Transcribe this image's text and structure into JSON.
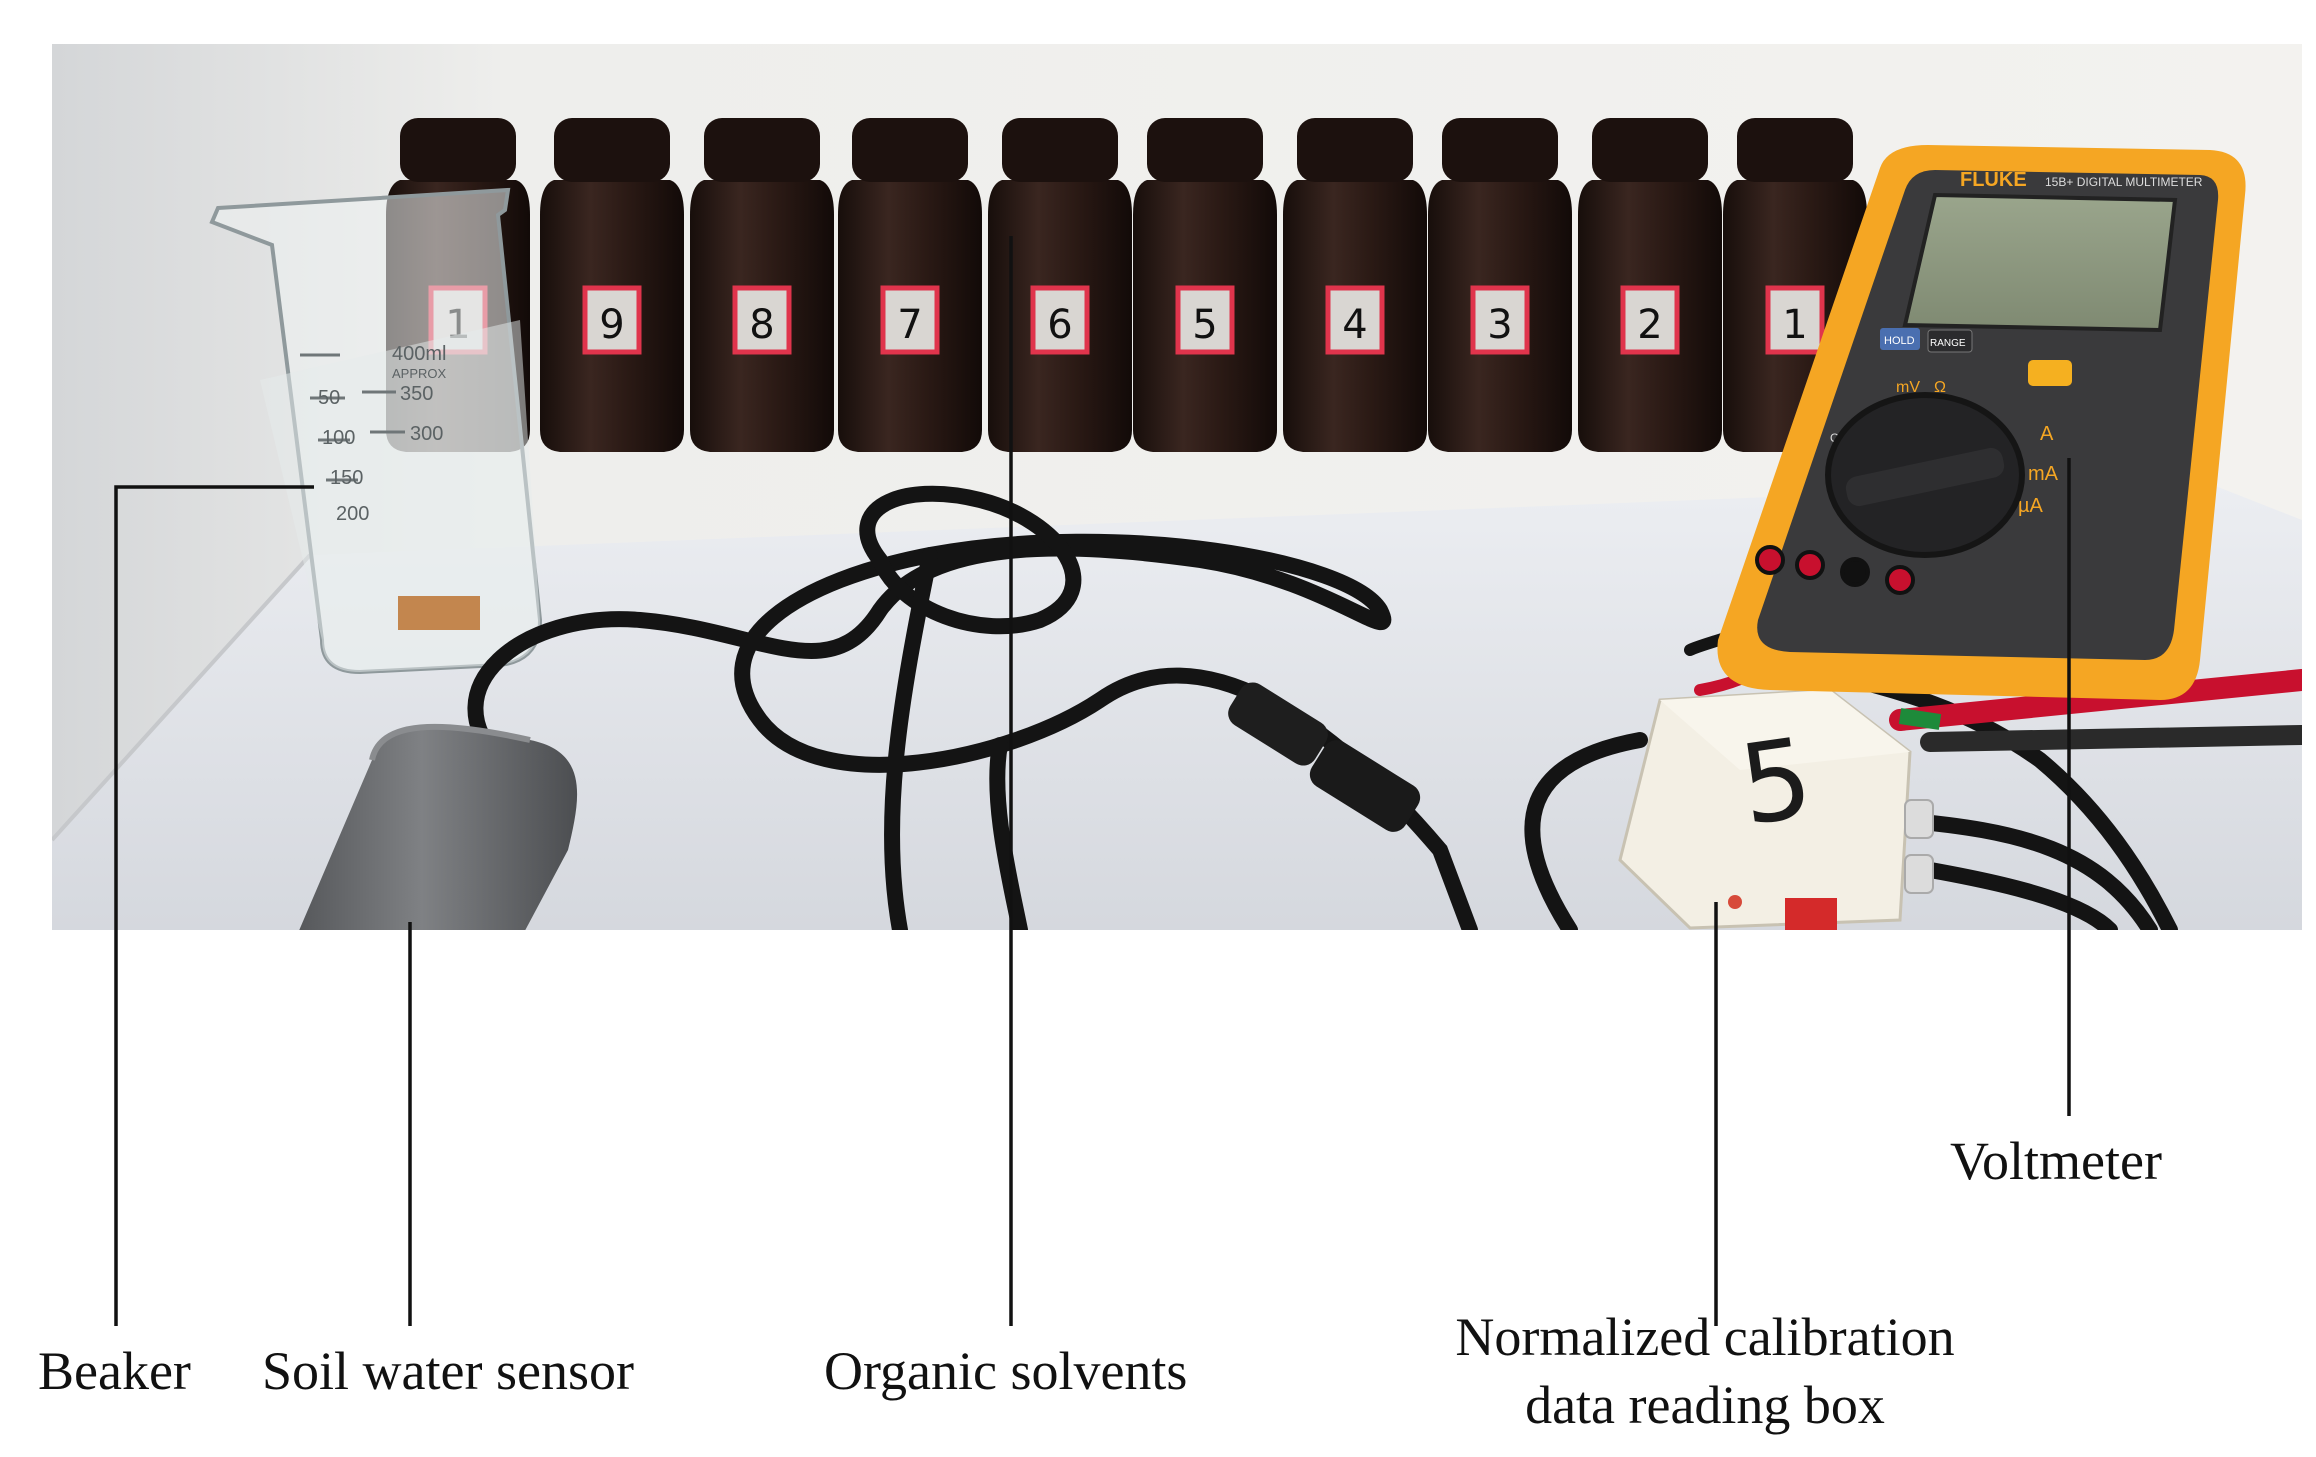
{
  "photo": {
    "bottles": [
      {
        "number": "1"
      },
      {
        "number": "2"
      },
      {
        "number": "3"
      },
      {
        "number": "4"
      },
      {
        "number": "5"
      },
      {
        "number": "6"
      },
      {
        "number": "7"
      },
      {
        "number": "8"
      },
      {
        "number": "9"
      },
      {
        "number": "1"
      }
    ],
    "beaker_marks": [
      "400ml",
      "APPROX",
      "350",
      "300",
      "50",
      "100",
      "150",
      "200"
    ],
    "box_marking": "5",
    "multimeter": {
      "brand": "FLUKE",
      "model": "15B+ DIGITAL MULTIMETER",
      "hold_label": "HOLD",
      "range_label": "RANGE",
      "off_label": "OFF",
      "ranges": [
        "A",
        "mA",
        "µA",
        "mV",
        "Ω"
      ]
    },
    "colors": {
      "bottle": "#2a1a15",
      "table": "#e4e6ea",
      "wall": "#f0f0ee",
      "multimeter_body": "#f5a623",
      "multimeter_face": "#3a3a3c",
      "sensor": "#6e7073",
      "cable": "#141414",
      "probe": "#c8102e"
    }
  },
  "labels": {
    "beaker": "Beaker",
    "soil_sensor": "Soil water sensor",
    "organic_solvents": "Organic solvents",
    "calibration_box_line1": "Normalized calibration",
    "calibration_box_line2": "data reading box",
    "voltmeter": "Voltmeter"
  }
}
